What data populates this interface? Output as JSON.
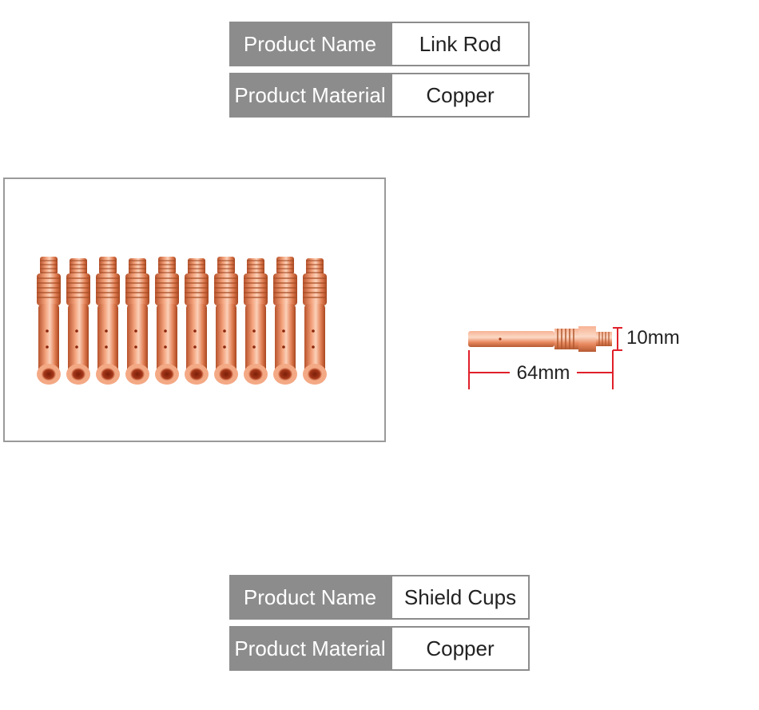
{
  "tables": [
    {
      "rows": [
        {
          "label": "Product Name",
          "value": "Link Rod"
        },
        {
          "label": "Product Material",
          "value": "Copper"
        }
      ]
    },
    {
      "rows": [
        {
          "label": "Product Name",
          "value": "Shield Cups"
        },
        {
          "label": "Product Material",
          "value": "Copper"
        }
      ]
    }
  ],
  "dimensions": {
    "diameter": "10mm",
    "length": "64mm"
  },
  "colors": {
    "label_bg": "#8c8c8c",
    "copper": "#e8875f",
    "dimension_line": "#e0202a"
  }
}
